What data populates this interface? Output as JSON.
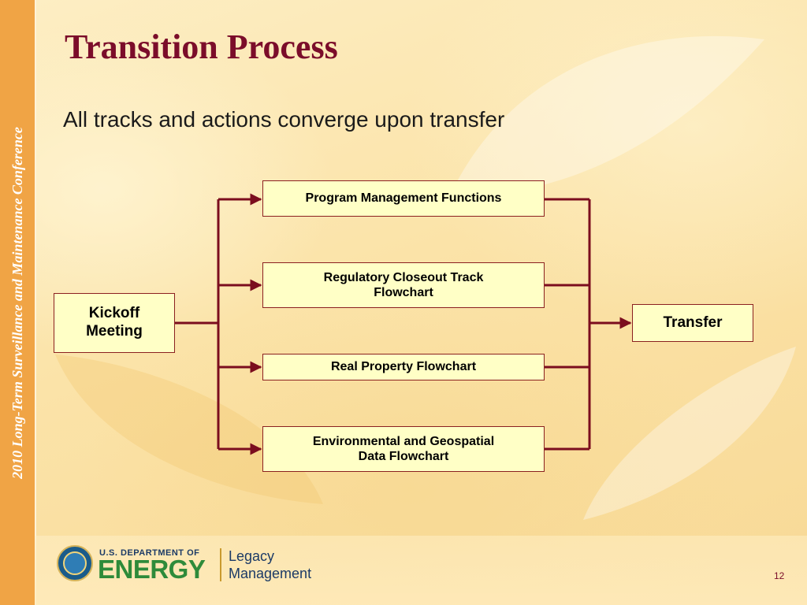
{
  "slide": {
    "title": "Transition Process",
    "subtitle": "All tracks and actions converge upon transfer",
    "sidebar_text": "2010 Long-Term Surveillance and Maintenance Conference",
    "page_number": "12"
  },
  "diagram": {
    "start": {
      "label": "Kickoff\nMeeting"
    },
    "tracks": [
      {
        "label": "Program Management Functions"
      },
      {
        "label": "Regulatory Closeout Track\nFlowchart"
      },
      {
        "label": "Real Property Flowchart"
      },
      {
        "label": "Environmental and Geospatial\nData Flowchart"
      }
    ],
    "end": {
      "label": "Transfer"
    },
    "colors": {
      "connector": "#7b0d1e",
      "box_fill": "#ffffc6",
      "box_border": "#8b2020"
    }
  },
  "footer": {
    "dept_line": "U.S. DEPARTMENT OF",
    "energy_word": "ENERGY",
    "lm_line1": "Legacy",
    "lm_line2": "Management"
  }
}
